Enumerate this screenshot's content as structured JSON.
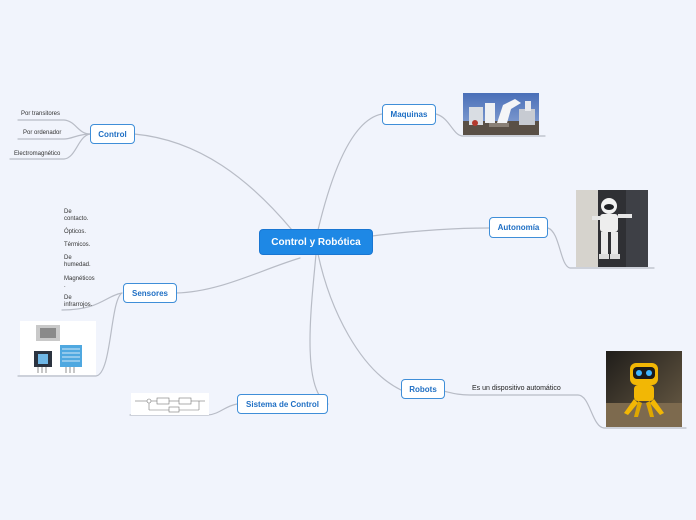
{
  "central": {
    "label": "Control y Robótica"
  },
  "topics": {
    "maquinas": "Maquinas",
    "autonomia": "Autonomía",
    "robots": "Robots",
    "sistema_control": "Sistema de Control",
    "sensores": "Sensores",
    "control": "Control"
  },
  "robots_subtopic": "Es un dispositivo automático",
  "control_items": [
    "Por transitores",
    "Por ordenador",
    "Electromagnético"
  ],
  "sensor_items": [
    [
      "De",
      "contacto."
    ],
    [
      "Ópticos."
    ],
    [
      "Térmicos."
    ],
    [
      "De",
      "humedad."
    ],
    [
      "Magnéticos",
      "."
    ],
    [
      "De",
      "infrarrojos."
    ]
  ],
  "colors": {
    "background": "#f1f4fc",
    "central_fill": "#1e88e5",
    "topic_border": "#3f8ed8",
    "topic_text": "#1f6fc4",
    "connector": "#b8bcc6"
  },
  "images": {
    "maquinas": "industrial-robot-arms-photo",
    "autonomia": "humanoid-robot-photo",
    "robots": "yellow-toy-robot-photo",
    "sensores": "sensor-modules-photo",
    "sistema_control": "control-block-diagram"
  }
}
